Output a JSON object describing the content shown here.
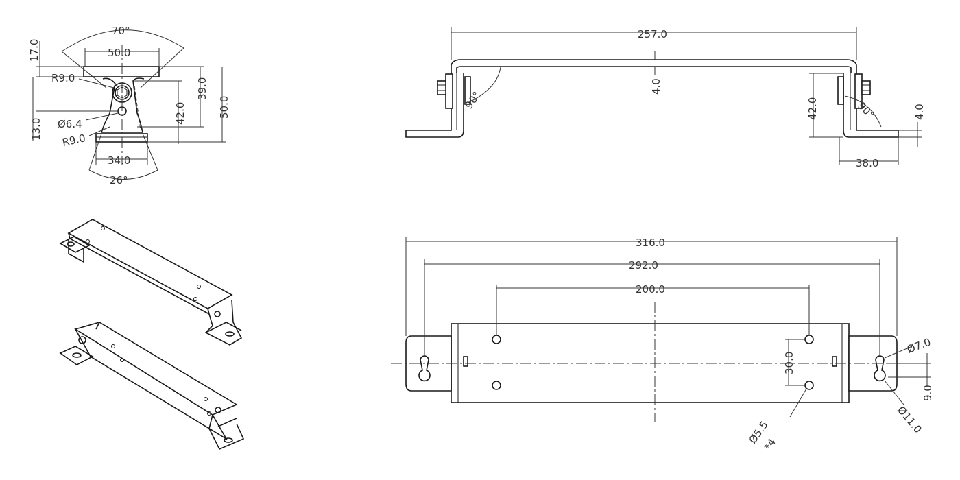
{
  "side_view": {
    "angle_top": "70°",
    "width_top": "50.0",
    "height_left_top": "17.0",
    "radius_upper": "R9.0",
    "height_39": "39.0",
    "height_50": "50.0",
    "height_42": "42.0",
    "height_left_bottom": "13.0",
    "hole_dia": "Ø6.4",
    "radius_lower": "R9.0",
    "width_bottom": "34.0",
    "angle_bottom": "26°"
  },
  "front_view": {
    "length_top": "257.0",
    "thickness": "4.0",
    "angle_left": "90°",
    "angle_right": "90°",
    "height_42": "42.0",
    "foot_thickness": "4.0",
    "foot_width": "38.0"
  },
  "top_view": {
    "overall_length": "316.0",
    "slot_spacing": "292.0",
    "hole_spacing": "200.0",
    "hole_vertical": "30.0",
    "slot_small_dia": "Ø7.0",
    "slot_offset": "9.0",
    "slot_large_dia": "Ø11.0",
    "hole_dia": "Ø5.5",
    "hole_count": "*4"
  },
  "colors": {
    "line": "#1a1a1a",
    "dimension": "#333333",
    "background": "#ffffff"
  }
}
